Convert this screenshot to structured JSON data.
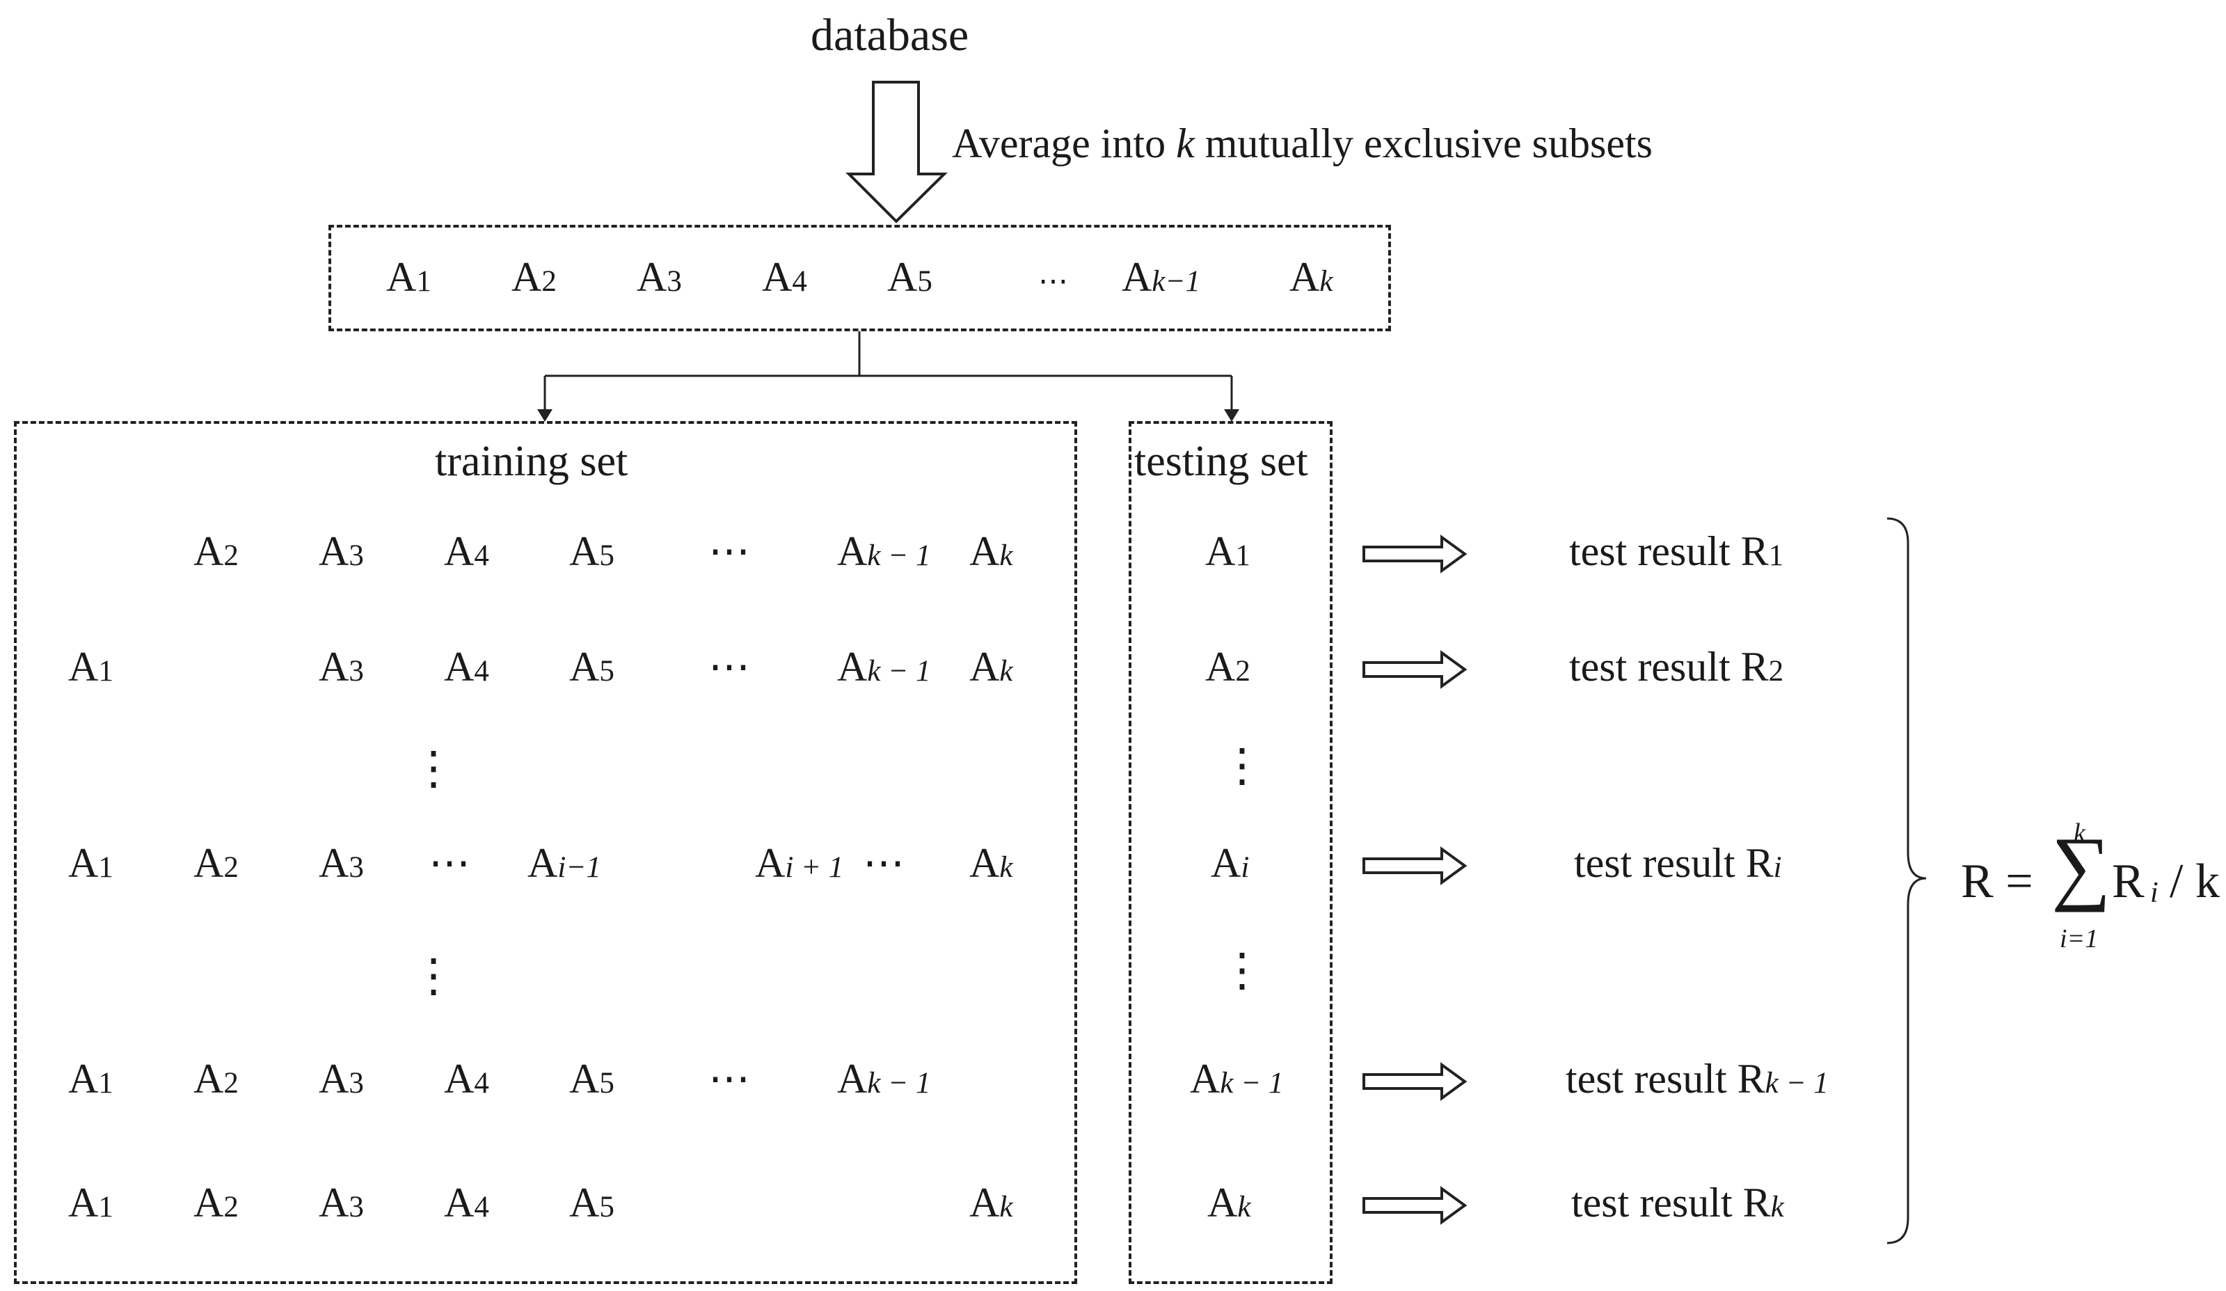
{
  "top": {
    "source_label": "database",
    "split_label_pre": "Average into ",
    "split_label_var": "k",
    "split_label_post": " mutually exclusive subsets"
  },
  "subsets": {
    "items": [
      {
        "base": "A",
        "sub": "1"
      },
      {
        "base": "A",
        "sub": "2"
      },
      {
        "base": "A",
        "sub": "3"
      },
      {
        "base": "A",
        "sub": "4"
      },
      {
        "base": "A",
        "sub": "5"
      },
      {
        "base": "",
        "sub": "⋯"
      },
      {
        "base": "A",
        "sub": "k−1"
      },
      {
        "base": "A",
        "sub": "k"
      }
    ]
  },
  "training": {
    "title": "training set",
    "rows": [
      [
        {
          "base": "",
          "sub": ""
        },
        {
          "base": "A",
          "sub": "2"
        },
        {
          "base": "A",
          "sub": "3"
        },
        {
          "base": "A",
          "sub": "4"
        },
        {
          "base": "A",
          "sub": "5"
        },
        {
          "base": "⋯",
          "sub": ""
        },
        {
          "base": "A",
          "sub": "k − 1"
        },
        {
          "base": "A",
          "sub": "k"
        }
      ],
      [
        {
          "base": "A",
          "sub": "1"
        },
        {
          "base": "",
          "sub": ""
        },
        {
          "base": "A",
          "sub": "3"
        },
        {
          "base": "A",
          "sub": "4"
        },
        {
          "base": "A",
          "sub": "5"
        },
        {
          "base": "⋯",
          "sub": ""
        },
        {
          "base": "A",
          "sub": "k − 1"
        },
        {
          "base": "A",
          "sub": "k"
        }
      ],
      [
        {
          "base": "A",
          "sub": "1"
        },
        {
          "base": "A",
          "sub": "2"
        },
        {
          "base": "A",
          "sub": "3"
        },
        {
          "base": "⋯",
          "sub": ""
        },
        {
          "base": "A",
          "sub": "i−1"
        },
        {
          "base": "A",
          "sub": "i + 1"
        },
        {
          "base": "⋯",
          "sub": ""
        },
        {
          "base": "A",
          "sub": "k"
        }
      ],
      [
        {
          "base": "A",
          "sub": "1"
        },
        {
          "base": "A",
          "sub": "2"
        },
        {
          "base": "A",
          "sub": "3"
        },
        {
          "base": "A",
          "sub": "4"
        },
        {
          "base": "A",
          "sub": "5"
        },
        {
          "base": "⋯",
          "sub": ""
        },
        {
          "base": "A",
          "sub": "k − 1"
        },
        {
          "base": "",
          "sub": ""
        }
      ],
      [
        {
          "base": "A",
          "sub": "1"
        },
        {
          "base": "A",
          "sub": "2"
        },
        {
          "base": "A",
          "sub": "3"
        },
        {
          "base": "A",
          "sub": "4"
        },
        {
          "base": "A",
          "sub": "5"
        },
        {
          "base": "",
          "sub": ""
        },
        {
          "base": "",
          "sub": ""
        },
        {
          "base": "A",
          "sub": "k"
        }
      ]
    ],
    "vdots": "⋮"
  },
  "testing": {
    "title": "testing set",
    "items": [
      {
        "base": "A",
        "sub": "1"
      },
      {
        "base": "A",
        "sub": "2"
      },
      {
        "base": "A",
        "sub": "i"
      },
      {
        "base": "A",
        "sub": "k − 1"
      },
      {
        "base": "A",
        "sub": "k"
      }
    ],
    "vdots": "⋮"
  },
  "results": {
    "prefix": "test result R",
    "subs": [
      "1",
      "2",
      "i",
      "k − 1",
      "k"
    ]
  },
  "formula": {
    "lhs": "R =",
    "sigma": "∑",
    "upper": "k",
    "lower": "i=1",
    "term": "R",
    "term_sub": "i",
    "tail": "/ k"
  }
}
